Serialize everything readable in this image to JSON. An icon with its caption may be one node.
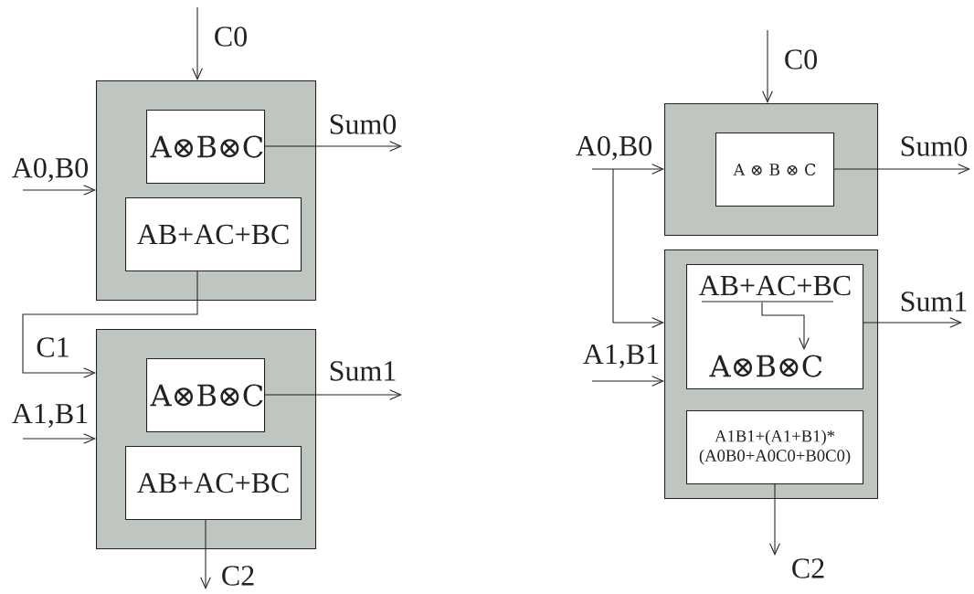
{
  "diagram": {
    "nodes": [
      {
        "text": [],
        "shape": "box"
      },
      {
        "text": [
          "A⊗B⊗C"
        ],
        "in": 0
      },
      {
        "text": [
          "AB+AC+BC"
        ],
        "in": 0
      },
      {
        "text": [],
        "shape": "box"
      },
      {
        "text": [
          "A⊗B⊗C"
        ],
        "in": 3
      },
      {
        "text": [
          "AB+AC+BC"
        ],
        "in": 3
      },
      {
        "text": [],
        "shape": "box"
      },
      {
        "text": [
          "A ⊗ B ⊗ C"
        ],
        "in": 6
      },
      {
        "text": [],
        "shape": "box"
      },
      {
        "text": [],
        "shape": "box",
        "in": 8
      },
      {
        "text": [
          "AB+AC+BC"
        ],
        "in": 9
      },
      {
        "text": [
          "A⊗B⊗C"
        ],
        "in": 9
      },
      {
        "text": [
          "A1B1+(A1+B1)* (A0B0+A0C0+B0C0)"
        ],
        "in": 8
      }
    ],
    "edges": [
      {
        "from": null,
        "to": 0,
        "arrow": "to",
        "label": "C0"
      },
      {
        "from": null,
        "to": 0,
        "arrow": "to",
        "label": "A0,B0"
      },
      {
        "from": 1,
        "to": null,
        "arrow": "to",
        "label": "Sum0"
      },
      {
        "from": 2,
        "to": 3,
        "arrow": "to",
        "label": "C1"
      },
      {
        "from": null,
        "to": 3,
        "arrow": "to",
        "label": "A1,B1"
      },
      {
        "from": 4,
        "to": null,
        "arrow": "to",
        "label": "Sum1"
      },
      {
        "from": 5,
        "to": null,
        "arrow": "to",
        "label": "C2"
      },
      {
        "from": null,
        "to": 6,
        "arrow": "to",
        "label": "C0"
      },
      {
        "from": null,
        "to": 6,
        "arrow": "to",
        "label": "A0,B0"
      },
      {
        "from": null,
        "to": 8,
        "arrow": "to"
      },
      {
        "from": 7,
        "to": null,
        "arrow": "to",
        "label": "Sum0"
      },
      {
        "from": 10,
        "to": 11,
        "arrow": "to"
      },
      {
        "from": null,
        "to": 8,
        "arrow": "to",
        "label": "A1,B1"
      },
      {
        "from": 9,
        "to": null,
        "arrow": "to",
        "label": "Sum1"
      },
      {
        "from": 12,
        "to": null,
        "arrow": "to",
        "label": "C2"
      }
    ]
  }
}
